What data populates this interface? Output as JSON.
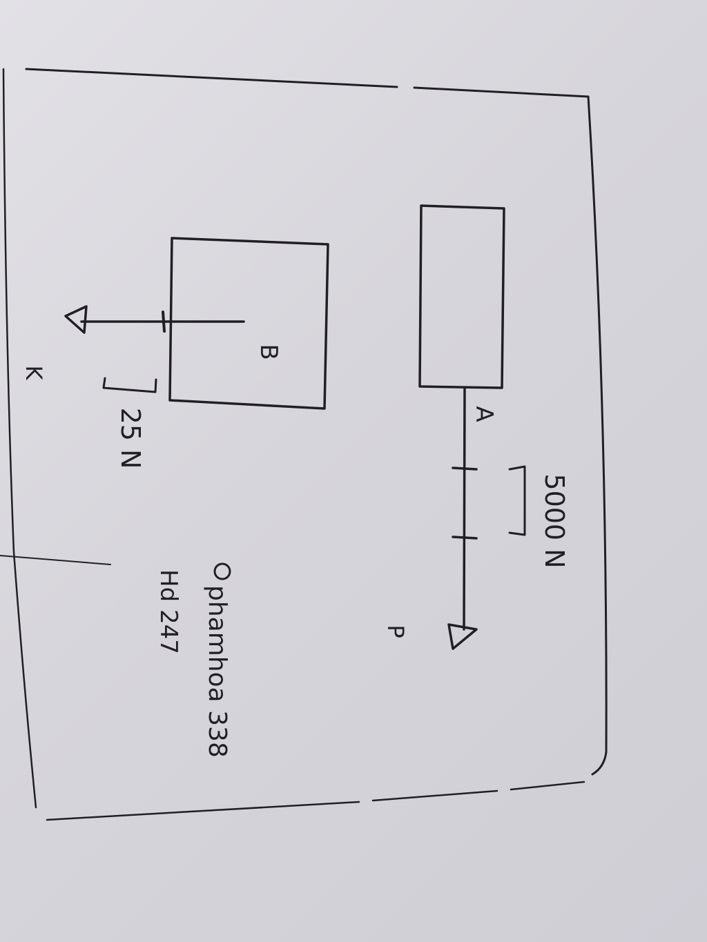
{
  "diagram": {
    "label_A": "A",
    "label_B": "B",
    "label_P": "P",
    "label_K": "K",
    "scale_A_value": "5000 N",
    "scale_B_value": "25 N",
    "watermark_line1": "phamhoa 338",
    "watermark_line2": "Hd 247"
  },
  "colors": {
    "paper": "#d8d7dc",
    "ink": "#1f1f24"
  }
}
